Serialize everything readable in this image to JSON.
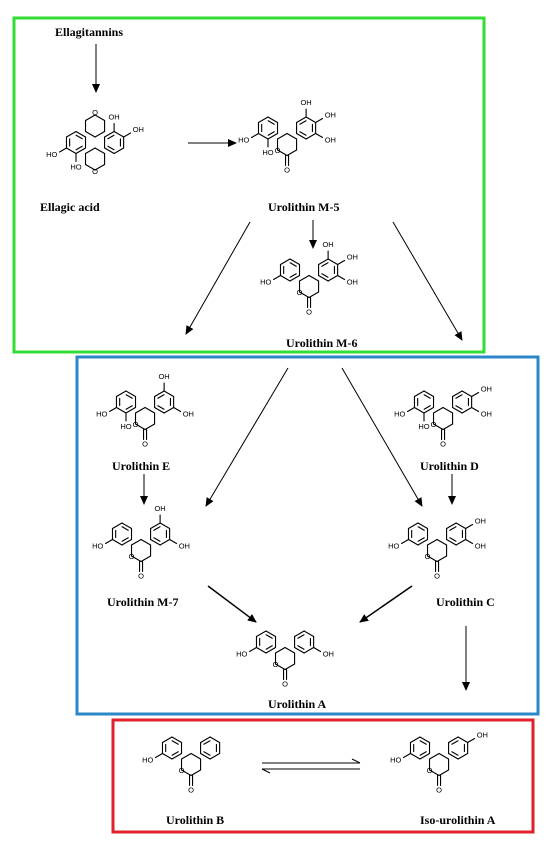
{
  "diagram": {
    "box_colors": {
      "top": "#33dd33",
      "middle": "#2b87c8",
      "bottom": "#e0202a"
    },
    "source": "Ellagitannins",
    "compounds": {
      "ellagic_acid": "Ellagic acid",
      "urolithin_m5": "Urolithin M-5",
      "urolithin_m6": "Urolithin M-6",
      "urolithin_e": "Urolithin E",
      "urolithin_d": "Urolithin D",
      "urolithin_m7": "Urolithin M-7",
      "urolithin_c": "Urolithin C",
      "urolithin_a": "Urolithin A",
      "urolithin_b": "Urolithin B",
      "iso_urolithin_a": "Iso-urolithin A"
    },
    "atoms": {
      "hydroxyl": "HO",
      "hydroxyl_right": "OH",
      "oxygen": "O"
    }
  }
}
